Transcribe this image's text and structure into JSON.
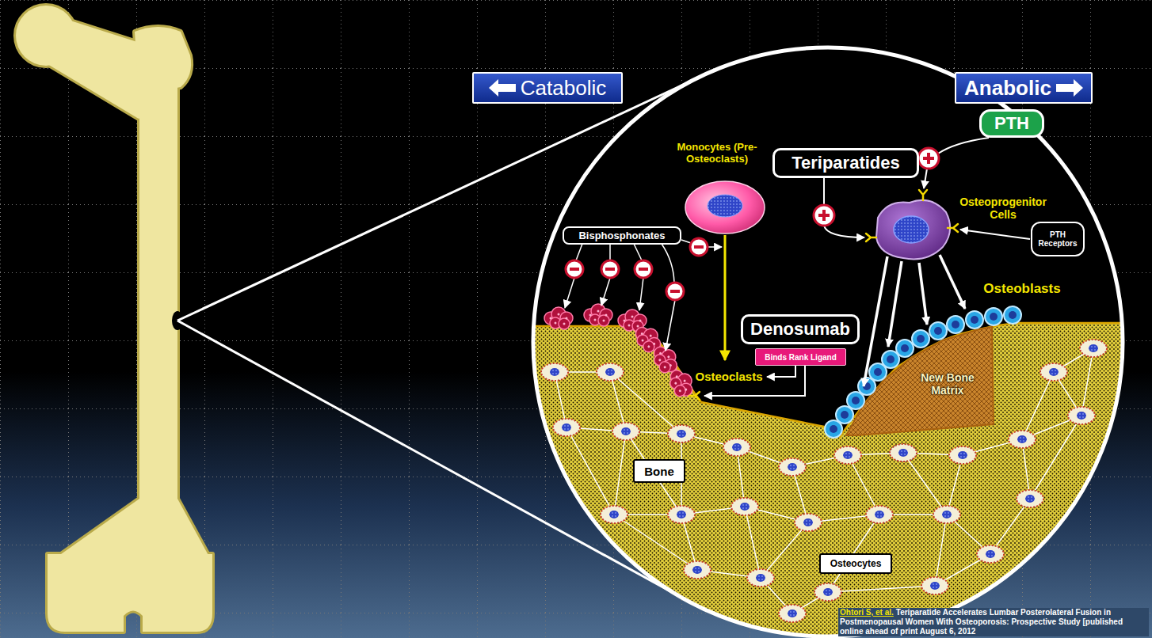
{
  "diagram": {
    "nodes": [
      {
        "text": [
          "Catabolic"
        ]
      },
      {
        "text": [
          "Anabolic"
        ]
      },
      {
        "text": [
          "PTH"
        ]
      },
      {
        "text": [
          "Teriparatides"
        ]
      },
      {
        "text": [
          "Bisphosphonates"
        ]
      },
      {
        "text": [
          "PTH Receptors"
        ]
      },
      {
        "text": [
          "Denosumab"
        ]
      },
      {
        "text": [
          "Binds Rank Ligand"
        ]
      },
      {
        "text": [
          "Bone"
        ]
      },
      {
        "text": [
          "Osteocytes"
        ]
      }
    ],
    "labels": [
      "Monocytes (Pre-Osteoclasts)",
      "Osteoprogenitor Cells",
      "Osteoblasts",
      "Osteoclasts",
      "New Bone Matrix",
      "Ohtori S, et al.",
      "Teriparatide Accelerates Lumbar Posterolateral Fusion in Postmenopausal Women With Osteoporosis: Prospective Study [published online ahead of print August 6, 2012"
    ]
  }
}
